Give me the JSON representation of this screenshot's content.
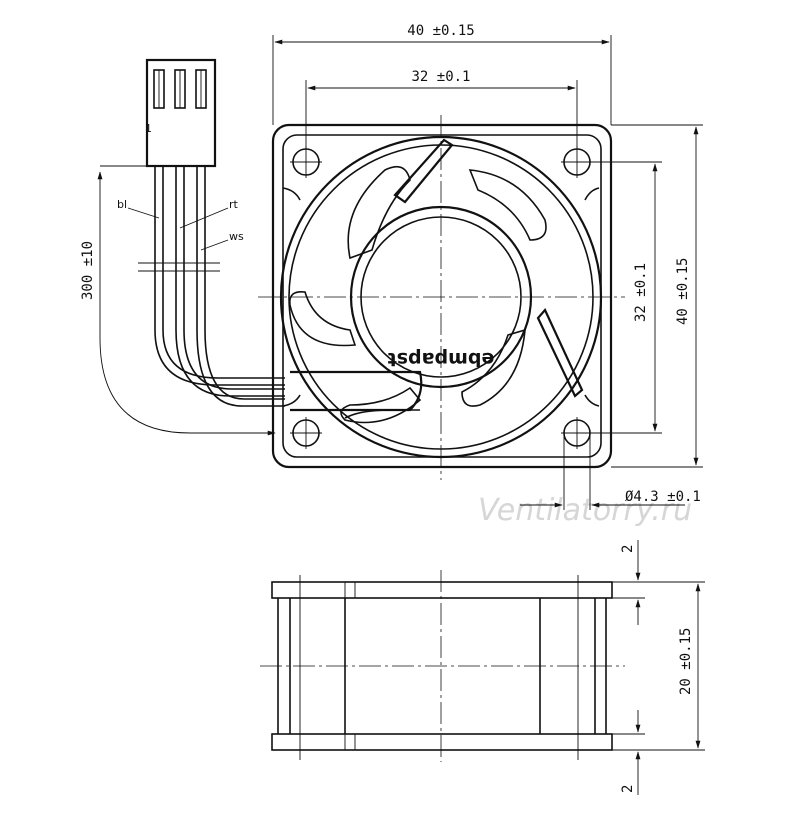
{
  "dimensions": {
    "width_outer": "40 ±0.15",
    "width_holes": "32 ±0.1",
    "height_holes": "32 ±0.1",
    "height_outer": "40 ±0.15",
    "hole_diameter": "Ø4.3 ±0.1",
    "cable_length": "300 ±10",
    "depth": "20 ±0.15",
    "flange_top": "2",
    "flange_bottom": "2"
  },
  "wires": {
    "pin_label": "1",
    "blue": "bl",
    "red": "rt",
    "white": "ws"
  },
  "logo_text": "ebmpapst",
  "watermark": "Ventilatorry.ru"
}
